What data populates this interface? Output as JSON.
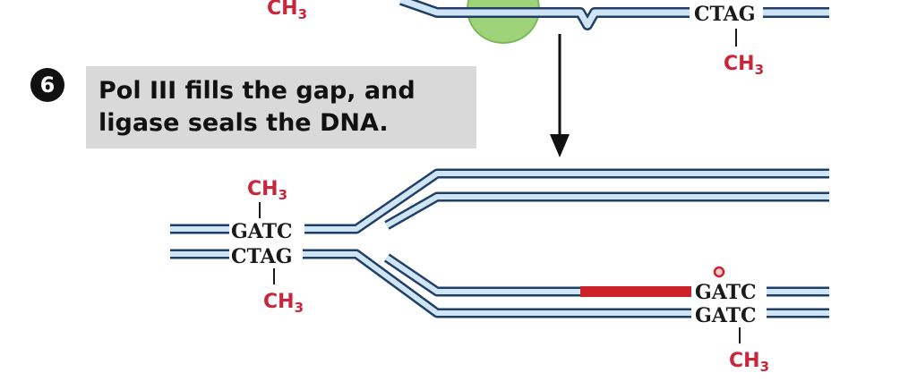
{
  "step": {
    "number": "6",
    "description": "Pol III fills the gap, and ligase seals the DNA."
  },
  "labels": {
    "methyl": "CH",
    "methyl_subscript": "3",
    "top_seq_right": "CTAG",
    "left_seq_upper": "GATC",
    "left_seq_lower": "CTAG",
    "right_seq_upper": "GATC",
    "right_seq_lower": "GATC"
  },
  "colors": {
    "strand_fill": "#cfe5f5",
    "strand_outline": "#1f3f66",
    "new_segment": "#cc2128",
    "methyl_text": "#c8263a",
    "enzyme": "#9fd37a",
    "panel_bg": "#d9d9d9"
  }
}
